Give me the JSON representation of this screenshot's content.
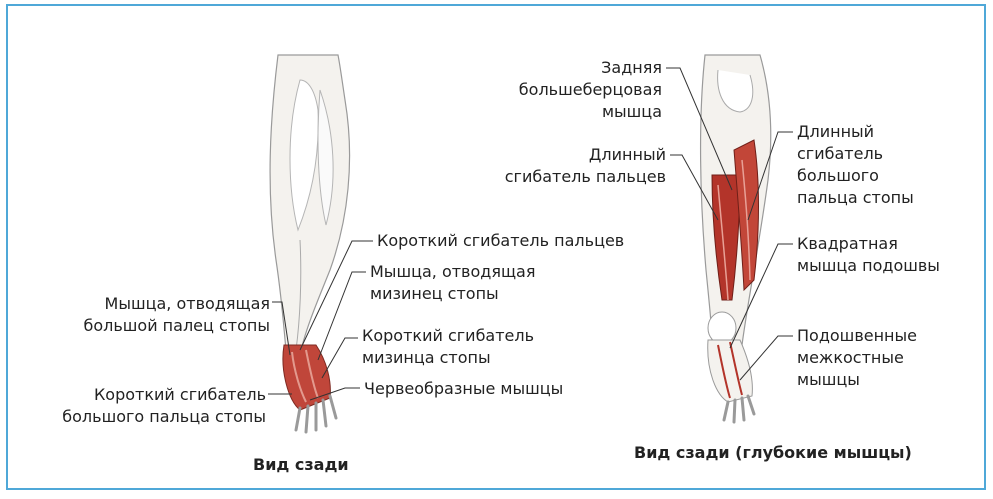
{
  "left_view": {
    "caption": "Вид сзади",
    "labels": {
      "flexor_digitorum_brevis": "Короткий сгибатель пальцев",
      "abductor_digiti_minimi": [
        "Мышца, отводящая",
        "мизинец стопы"
      ],
      "abductor_hallucis": [
        "Мышца, отводящая",
        "большой палец стопы"
      ],
      "flexor_digiti_minimi_brevis": [
        "Короткий сгибатель",
        "мизинца стопы"
      ],
      "flexor_hallucis_brevis": [
        "Короткий сгибатель",
        "большого пальца стопы"
      ],
      "lumbricals": "Червеобразные мышцы"
    }
  },
  "right_view": {
    "caption": "Вид сзади (глубокие мышцы)",
    "labels": {
      "tibialis_posterior": [
        "Задняя",
        "большеберцовая",
        "мышца"
      ],
      "flexor_digitorum_longus": [
        "Длинный",
        "сгибатель пальцев"
      ],
      "flexor_hallucis_longus": [
        "Длинный",
        "сгибатель",
        "большого",
        "пальца стопы"
      ],
      "quadratus_plantae": [
        "Квадратная",
        "мышца подошвы"
      ],
      "plantar_interossei": [
        "Подошвенные",
        "межкостные",
        "мышцы"
      ]
    }
  },
  "colors": {
    "frame": "#4fa8d8",
    "muscle": "#b3342a",
    "muscle_light": "#d86a5c",
    "bone": "#f3efe6",
    "outline": "#9a9a9a"
  }
}
